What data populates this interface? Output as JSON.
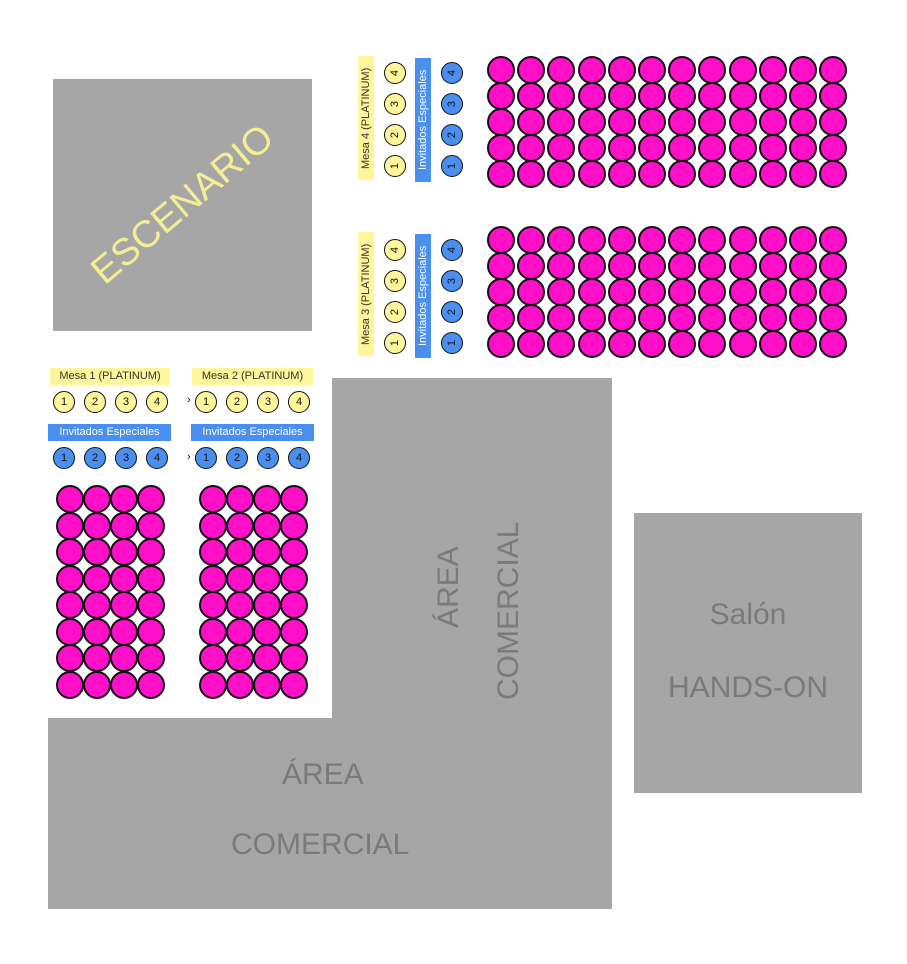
{
  "stage": {
    "label": "ESCENARIO"
  },
  "commercial_vertical": {
    "line1": "ÁREA",
    "line2": "COMERCIAL"
  },
  "commercial_horizontal": {
    "line1": "ÁREA",
    "line2": "COMERCIAL"
  },
  "hands_on": {
    "line1": "Salón",
    "line2": "HANDS-ON"
  },
  "tables": {
    "mesa1": {
      "platinum_label": "Mesa 1 (PLATINUM)",
      "guests_label": "Invitados Especiales",
      "seats": [
        "1",
        "2",
        "3",
        "4"
      ]
    },
    "mesa2": {
      "platinum_label": "Mesa 2 (PLATINUM)",
      "guests_label": "Invitados Especiales",
      "seats": [
        "1",
        "2",
        "3",
        "4"
      ]
    },
    "mesa3": {
      "platinum_label": "Mesa 3 (PLATINUM)",
      "guests_label": "Invitados Especiales",
      "seats": [
        "1",
        "2",
        "3",
        "4"
      ]
    },
    "mesa4": {
      "platinum_label": "Mesa 4 (PLATINUM)",
      "guests_label": "Invitados Especiales",
      "seats": [
        "1",
        "2",
        "3",
        "4"
      ]
    }
  },
  "general_seating": {
    "block_top": {
      "rows": 5,
      "cols": 12
    },
    "block_mid": {
      "rows": 5,
      "cols": 12
    },
    "block_left1": {
      "rows": 8,
      "cols": 4
    },
    "block_left2": {
      "rows": 8,
      "cols": 4
    }
  },
  "colors": {
    "general_seat": "#ff0fc8",
    "platinum_seat": "#fff59a",
    "special_guest_seat": "#4a8ef0",
    "block_gray": "#a6a6a6",
    "stage_text": "#f3ef95"
  }
}
